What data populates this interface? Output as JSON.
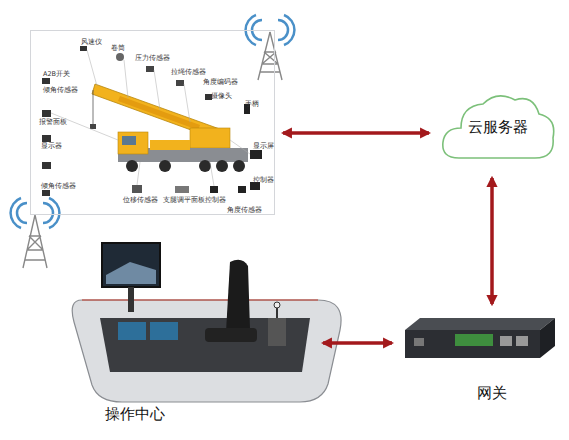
{
  "diagram": {
    "nodes": [
      {
        "text": [
          "风速仪",
          "卷筒",
          "压力传感器",
          "拉绳传感器",
          "角度编码器",
          "摄像头",
          "手柄",
          "A2B开关",
          "倾角传感器",
          "报警面板",
          "显示器",
          "倾角传感器",
          "显示屏",
          "控制器",
          "位移传感器",
          "支腿调平面板",
          "控制器",
          "角度传感器"
        ]
      },
      {
        "text": [
          "云服务器"
        ]
      },
      {
        "text": [
          "操作中心"
        ]
      },
      {
        "text": [
          "网关"
        ]
      }
    ],
    "edges": [
      {
        "from": 0,
        "to": 1,
        "arrow": "both"
      },
      {
        "from": 1,
        "to": 3,
        "arrow": "both"
      },
      {
        "from": 2,
        "to": 3,
        "arrow": "both"
      }
    ]
  }
}
